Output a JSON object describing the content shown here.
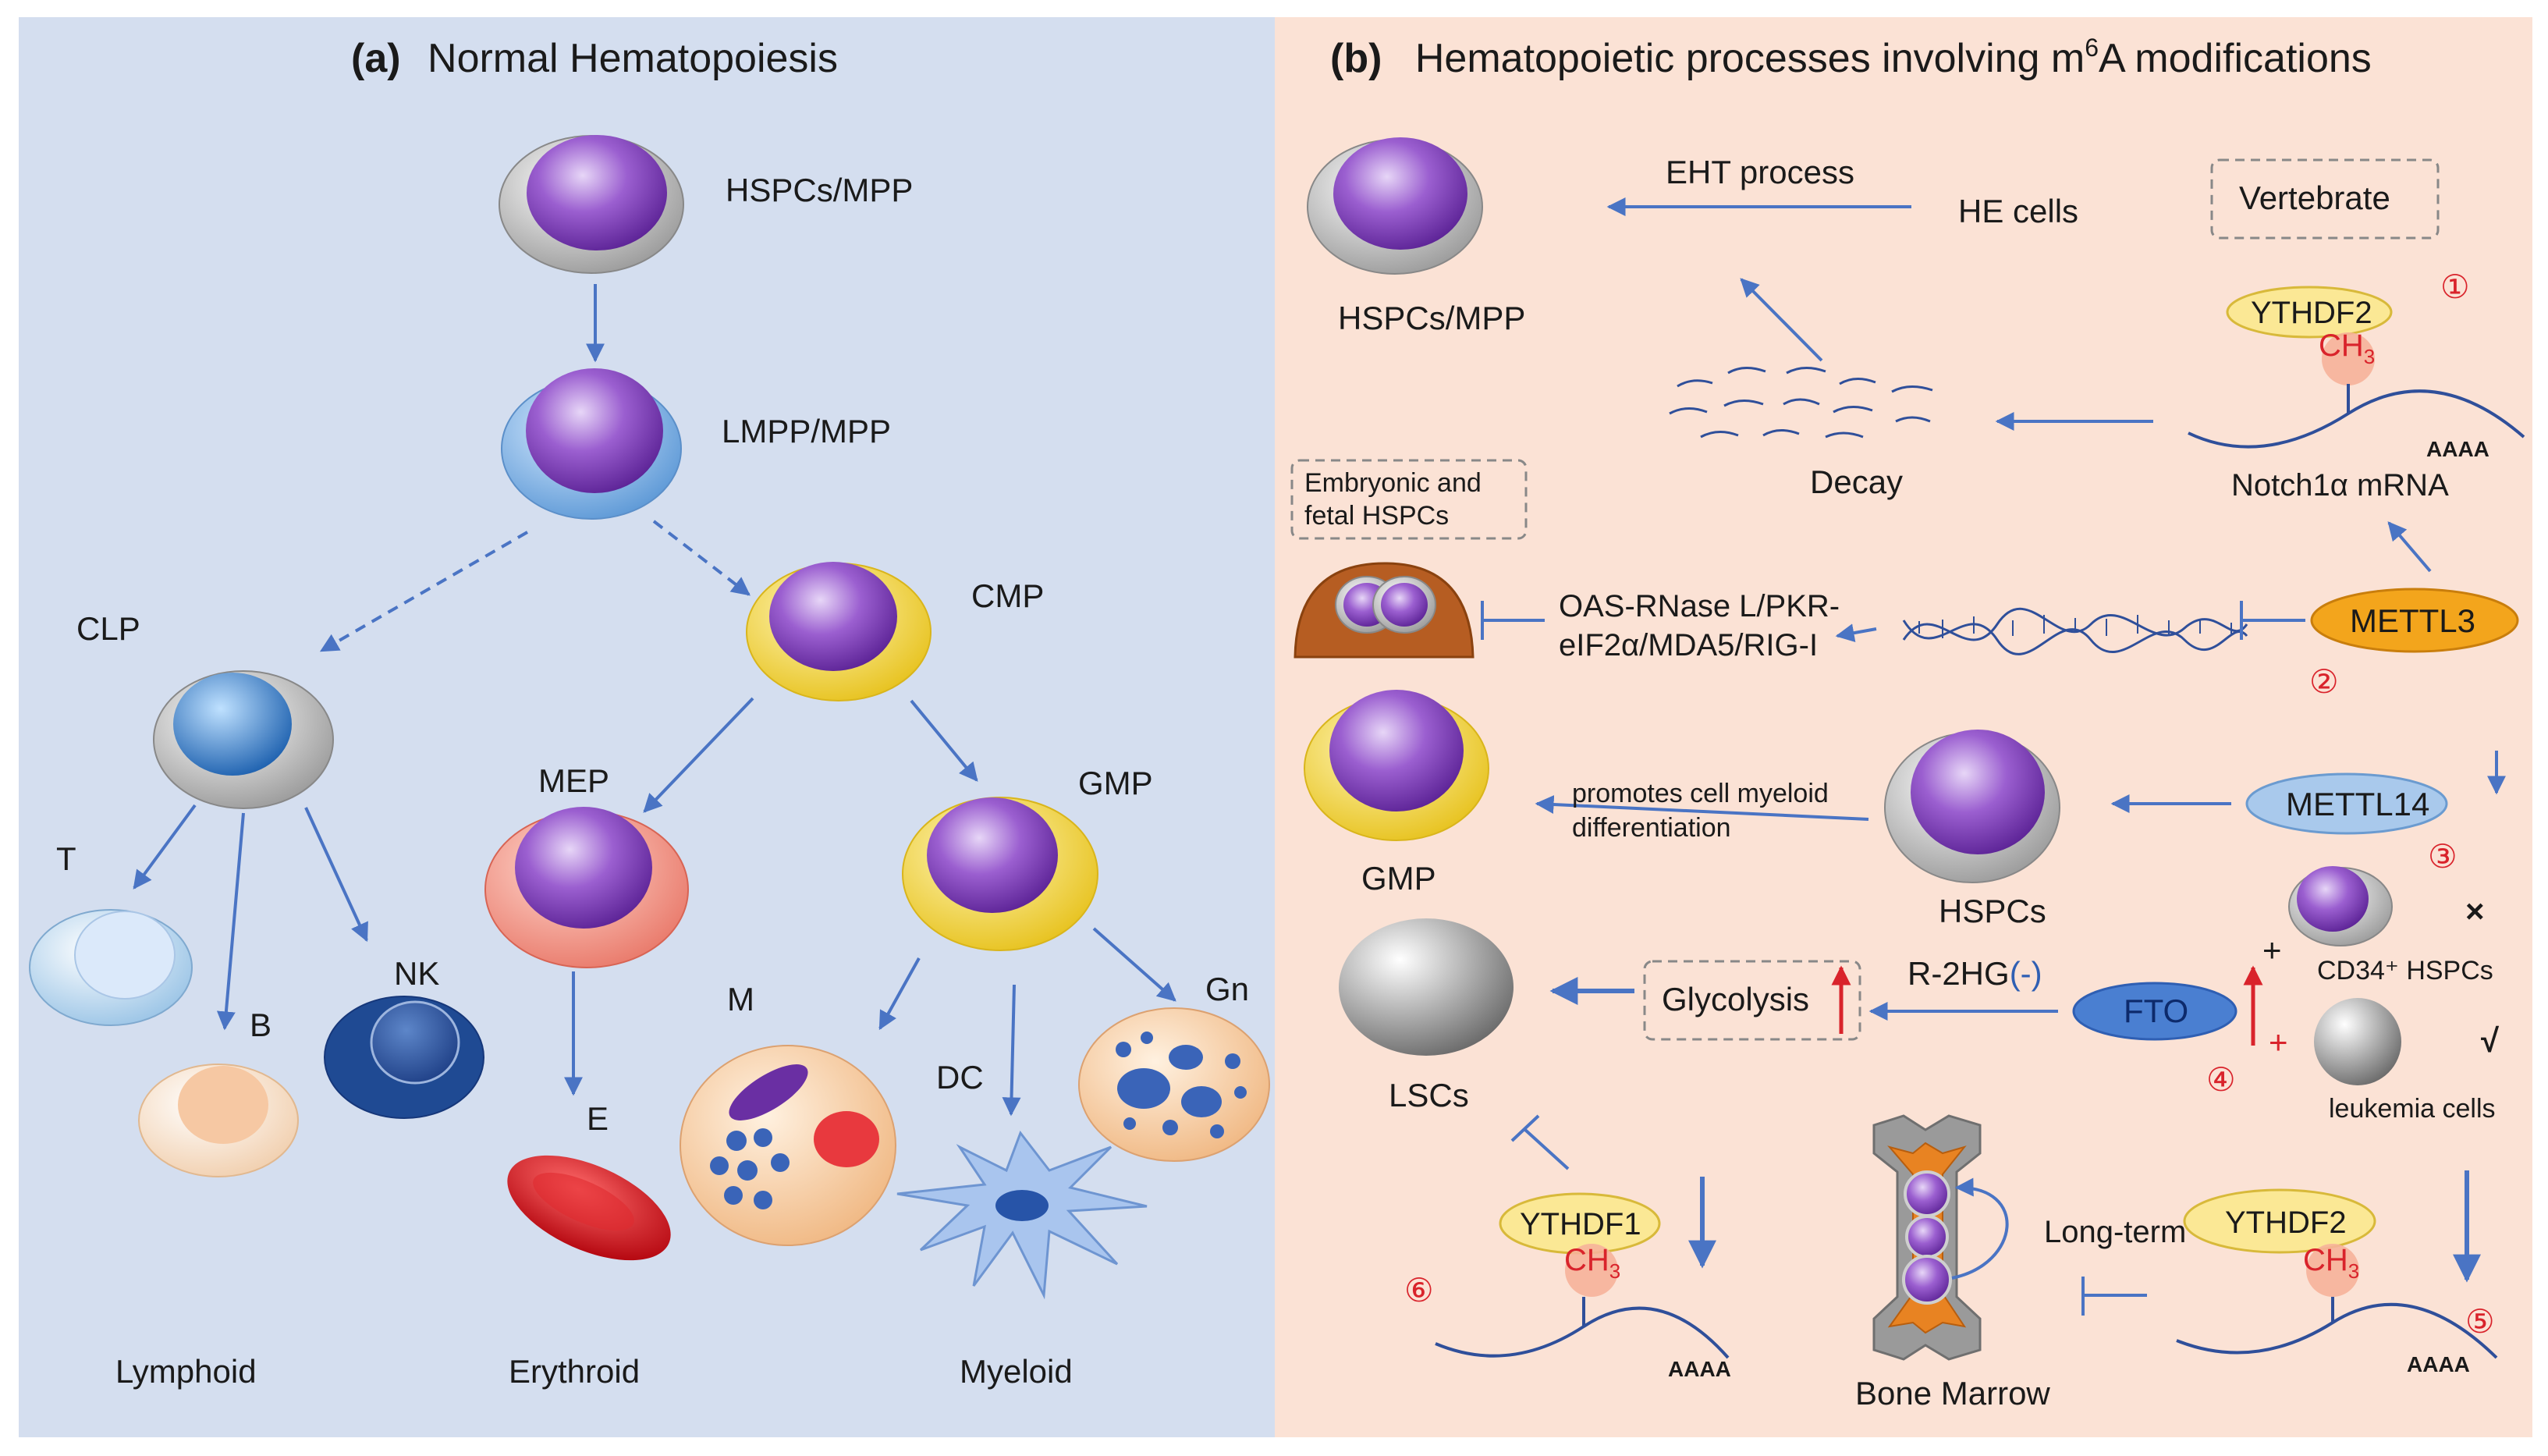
{
  "panel_a": {
    "title_letter": "(a)",
    "title": "Normal Hematopoiesis",
    "cells": {
      "hspc": "HSPCs/MPP",
      "lmpp": "LMPP/MPP",
      "clp": "CLP",
      "cmp": "CMP",
      "mep": "MEP",
      "gmp": "GMP",
      "t": "T",
      "b": "B",
      "nk": "NK",
      "e": "E",
      "m": "M",
      "dc": "DC",
      "gn": "Gn"
    },
    "lineages": {
      "lymphoid": "Lymphoid",
      "erythroid": "Erythroid",
      "myeloid": "Myeloid"
    }
  },
  "panel_b": {
    "title_letter": "(b)",
    "title_prefix": "Hematopoietic processes involving m",
    "title_sup": "6",
    "title_suffix": "A modifications",
    "hspc_mpp": "HSPCs/MPP",
    "eht": "EHT process",
    "he_cells": "HE cells",
    "vertebrate": "Vertebrate",
    "ythdf2_top": "YTHDF2",
    "ch3": "CH",
    "ch3_sub": "3",
    "aaaa": "AAAA",
    "decay": "Decay",
    "notch": "Notch1α mRNA",
    "embryonic_line1": "Embryonic and",
    "embryonic_line2": "fetal HSPCs",
    "oas_line1": "OAS-RNase L/PKR-",
    "oas_line2": "eIF2α/MDA5/RIG-I",
    "mettl3": "METTL3",
    "gmp": "GMP",
    "promotes_line1": "promotes cell myeloid",
    "promotes_line2": "differentiation",
    "hspcs": "HSPCs",
    "mettl14": "METTL14",
    "cd34": "CD34⁺ HSPCs",
    "cross": "×",
    "check": "√",
    "plus": "+",
    "lscs": "LSCs",
    "glycolysis": "Glycolysis",
    "r2hg": "R-2HG",
    "r2hg_minus": "(-)",
    "fto": "FTO",
    "leukemia": "leukemia cells",
    "ythdf1": "YTHDF1",
    "long_term": "Long-term",
    "ythdf2_bottom": "YTHDF2",
    "bone_marrow": "Bone Marrow",
    "n1": "①",
    "n2": "②",
    "n3": "③",
    "n4": "④",
    "n5": "⑤",
    "n6": "⑥"
  },
  "colors": {
    "panel_a_bg": "#d4deef",
    "panel_b_bg": "#fbe2d5",
    "arrow": "#4a74c4",
    "nucleus": "#7a3fb5",
    "red_accent": "#d9232b",
    "yellow": "#f2d43a",
    "mettl3": "#f3a51c",
    "blue_pill": "#a9c9ec",
    "fto": "#4a7fd1"
  }
}
